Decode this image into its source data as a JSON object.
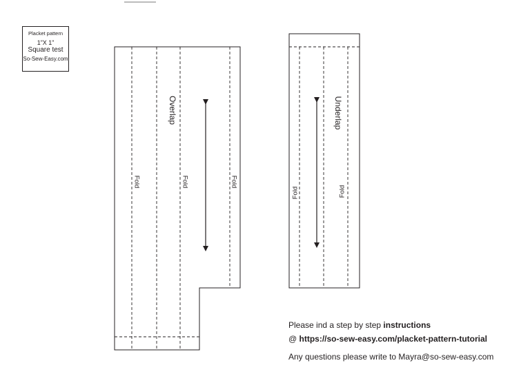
{
  "square_test": {
    "title": "Placket pattern",
    "dimension": "1”X 1”",
    "label": "Square test",
    "site": "So-Sew-Easy.com"
  },
  "overlap_piece": {
    "name": "Overlap",
    "fold_labels": [
      "Fold",
      "Fold",
      "Fold"
    ]
  },
  "underlap_piece": {
    "name": "Underlap",
    "fold_labels": [
      "Fold",
      "Fold"
    ]
  },
  "notes": {
    "line1_prefix": "Please  ind a step by step ",
    "line1_bold": "instructions",
    "line2_prefix": "@ ",
    "line2_link": "https://so-sew-easy.com/placket-pattern-tutorial",
    "line3": "Any questions please write to Mayra@so-sew-easy.com"
  }
}
